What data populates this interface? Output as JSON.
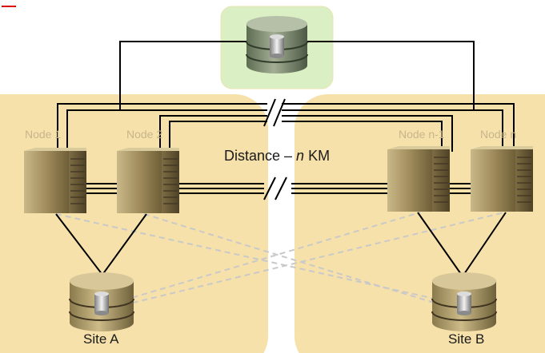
{
  "labels": {
    "node1": "Node 1",
    "node2": "Node 2",
    "node_n_minus_1": "Node n-1",
    "node_n": "Node n",
    "distance_prefix": "Distance – ",
    "distance_n": "n",
    "distance_suffix": " KM",
    "site_a": "Site A",
    "site_b": "Site B"
  },
  "colors": {
    "site_panel": "#f7e1aa",
    "quorum_panel": "#dbefc4",
    "line": "#000000",
    "dashed_line": "#c9c9c9",
    "label_on_panel": "#c7b58c",
    "accent_mark": "#d60000"
  },
  "icons": [
    "server-icon",
    "storage-disk-icon",
    "quorum-storage-icon",
    "link-break-icon"
  ]
}
